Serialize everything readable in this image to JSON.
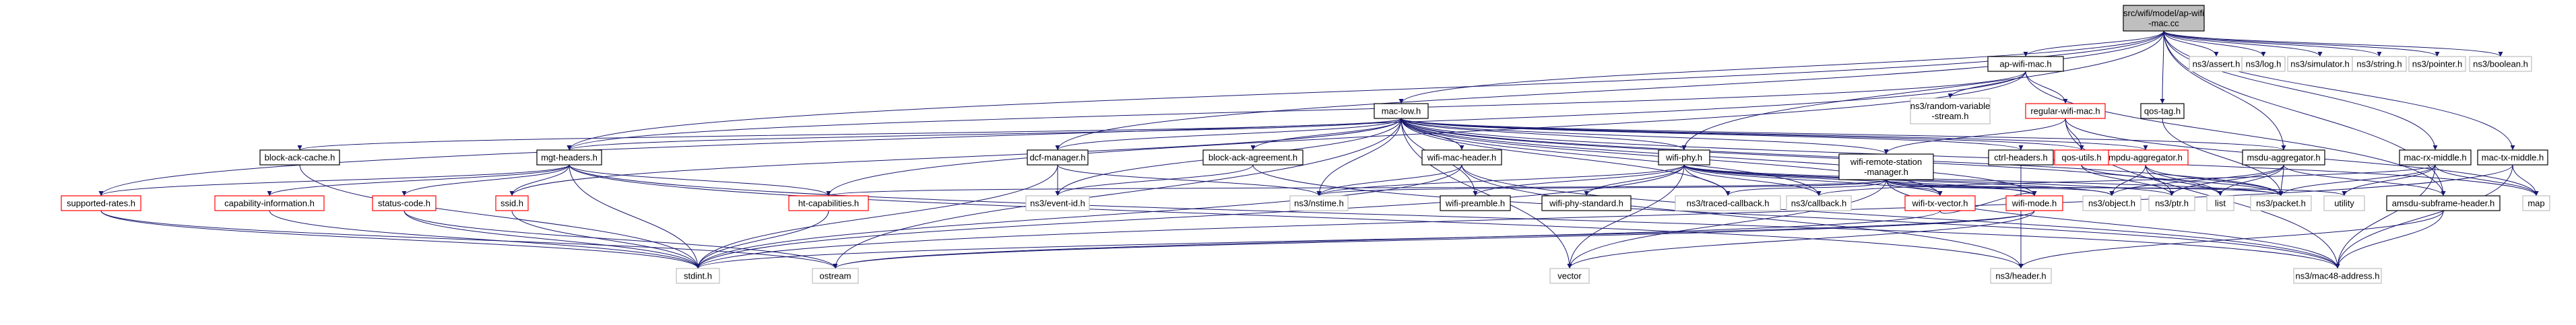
{
  "colors": {
    "edge": "#191970",
    "root_fill": "#bfbfbf",
    "node_fill": "#ffffff",
    "node_border": "#000000",
    "missing_border": "#ff0000",
    "external_border": "#bfbfbf"
  },
  "nodes": [
    {
      "id": "root",
      "lines": [
        "src/wifi/model/ap-wifi",
        "-mac.cc"
      ],
      "kind": "root"
    },
    {
      "id": "ap-wifi-mac",
      "lines": [
        "ap-wifi-mac.h"
      ],
      "kind": "normal"
    },
    {
      "id": "qos-tag",
      "lines": [
        "qos-tag.h"
      ],
      "kind": "normal"
    },
    {
      "id": "assert",
      "lines": [
        "ns3/assert.h"
      ],
      "kind": "external"
    },
    {
      "id": "log",
      "lines": [
        "ns3/log.h"
      ],
      "kind": "external"
    },
    {
      "id": "simulator",
      "lines": [
        "ns3/simulator.h"
      ],
      "kind": "external"
    },
    {
      "id": "string",
      "lines": [
        "ns3/string.h"
      ],
      "kind": "external"
    },
    {
      "id": "pointer",
      "lines": [
        "ns3/pointer.h"
      ],
      "kind": "external"
    },
    {
      "id": "boolean",
      "lines": [
        "ns3/boolean.h"
      ],
      "kind": "external"
    },
    {
      "id": "mac-low",
      "lines": [
        "mac-low.h"
      ],
      "kind": "normal"
    },
    {
      "id": "random-variable",
      "lines": [
        "ns3/random-variable",
        "-stream.h"
      ],
      "kind": "external"
    },
    {
      "id": "regular-wifi-mac",
      "lines": [
        "regular-wifi-mac.h"
      ],
      "kind": "missing"
    },
    {
      "id": "block-ack-cache",
      "lines": [
        "block-ack-cache.h"
      ],
      "kind": "normal"
    },
    {
      "id": "mgt-headers",
      "lines": [
        "mgt-headers.h"
      ],
      "kind": "normal"
    },
    {
      "id": "dcf-manager",
      "lines": [
        "dcf-manager.h"
      ],
      "kind": "normal"
    },
    {
      "id": "block-ack-agreement",
      "lines": [
        "block-ack-agreement.h"
      ],
      "kind": "normal"
    },
    {
      "id": "wifi-mac-header",
      "lines": [
        "wifi-mac-header.h"
      ],
      "kind": "normal"
    },
    {
      "id": "wifi-phy",
      "lines": [
        "wifi-phy.h"
      ],
      "kind": "normal"
    },
    {
      "id": "wifi-remote-station-manager",
      "lines": [
        "wifi-remote-station",
        "-manager.h"
      ],
      "kind": "normal"
    },
    {
      "id": "ctrl-headers",
      "lines": [
        "ctrl-headers.h"
      ],
      "kind": "normal"
    },
    {
      "id": "mpdu-aggregator",
      "lines": [
        "mpdu-aggregator.h"
      ],
      "kind": "missing"
    },
    {
      "id": "msdu-aggregator",
      "lines": [
        "msdu-aggregator.h"
      ],
      "kind": "normal"
    },
    {
      "id": "qos-utils",
      "lines": [
        "qos-utils.h"
      ],
      "kind": "missing"
    },
    {
      "id": "mac-rx-middle",
      "lines": [
        "mac-rx-middle.h"
      ],
      "kind": "normal"
    },
    {
      "id": "mac-tx-middle",
      "lines": [
        "mac-tx-middle.h"
      ],
      "kind": "normal"
    },
    {
      "id": "supported-rates",
      "lines": [
        "supported-rates.h"
      ],
      "kind": "missing"
    },
    {
      "id": "capability-information",
      "lines": [
        "capability-information.h"
      ],
      "kind": "missing"
    },
    {
      "id": "status-code",
      "lines": [
        "status-code.h"
      ],
      "kind": "missing"
    },
    {
      "id": "ssid",
      "lines": [
        "ssid.h"
      ],
      "kind": "missing"
    },
    {
      "id": "ht-capabilities",
      "lines": [
        "ht-capabilities.h"
      ],
      "kind": "missing"
    },
    {
      "id": "event-id",
      "lines": [
        "ns3/event-id.h"
      ],
      "kind": "external"
    },
    {
      "id": "nstime",
      "lines": [
        "ns3/nstime.h"
      ],
      "kind": "external"
    },
    {
      "id": "wifi-preamble",
      "lines": [
        "wifi-preamble.h"
      ],
      "kind": "normal"
    },
    {
      "id": "wifi-phy-standard",
      "lines": [
        "wifi-phy-standard.h"
      ],
      "kind": "normal"
    },
    {
      "id": "traced-callback",
      "lines": [
        "ns3/traced-callback.h"
      ],
      "kind": "external"
    },
    {
      "id": "callback",
      "lines": [
        "ns3/callback.h"
      ],
      "kind": "external"
    },
    {
      "id": "wifi-tx-vector",
      "lines": [
        "wifi-tx-vector.h"
      ],
      "kind": "missing"
    },
    {
      "id": "wifi-mode",
      "lines": [
        "wifi-mode.h"
      ],
      "kind": "missing"
    },
    {
      "id": "object",
      "lines": [
        "ns3/object.h"
      ],
      "kind": "external"
    },
    {
      "id": "ptr",
      "lines": [
        "ns3/ptr.h"
      ],
      "kind": "external"
    },
    {
      "id": "list",
      "lines": [
        "list"
      ],
      "kind": "external"
    },
    {
      "id": "packet",
      "lines": [
        "ns3/packet.h"
      ],
      "kind": "external"
    },
    {
      "id": "utility",
      "lines": [
        "utility"
      ],
      "kind": "external"
    },
    {
      "id": "amsdu-subframe-header",
      "lines": [
        "amsdu-subframe-header.h"
      ],
      "kind": "normal"
    },
    {
      "id": "map",
      "lines": [
        "map"
      ],
      "kind": "external"
    },
    {
      "id": "stdint",
      "lines": [
        "stdint.h"
      ],
      "kind": "external"
    },
    {
      "id": "ostream",
      "lines": [
        "ostream"
      ],
      "kind": "external"
    },
    {
      "id": "vector",
      "lines": [
        "vector"
      ],
      "kind": "external"
    },
    {
      "id": "header",
      "lines": [
        "ns3/header.h"
      ],
      "kind": "external"
    },
    {
      "id": "mac48-address",
      "lines": [
        "ns3/mac48-address.h"
      ],
      "kind": "external"
    }
  ],
  "edges": [
    [
      "root",
      "ap-wifi-mac"
    ],
    [
      "root",
      "qos-tag"
    ],
    [
      "root",
      "assert"
    ],
    [
      "root",
      "log"
    ],
    [
      "root",
      "simulator"
    ],
    [
      "root",
      "string"
    ],
    [
      "root",
      "pointer"
    ],
    [
      "root",
      "boolean"
    ],
    [
      "root",
      "mac-low"
    ],
    [
      "root",
      "mgt-headers"
    ],
    [
      "root",
      "dcf-manager"
    ],
    [
      "root",
      "wifi-phy"
    ],
    [
      "root",
      "msdu-aggregator"
    ],
    [
      "root",
      "mac-rx-middle"
    ],
    [
      "root",
      "mac-tx-middle"
    ],
    [
      "root",
      "amsdu-subframe-header"
    ],
    [
      "ap-wifi-mac",
      "random-variable"
    ],
    [
      "ap-wifi-mac",
      "regular-wifi-mac"
    ],
    [
      "ap-wifi-mac",
      "mgt-headers"
    ],
    [
      "ap-wifi-mac",
      "supported-rates"
    ],
    [
      "ap-wifi-mac",
      "ht-capabilities"
    ],
    [
      "ap-wifi-mac",
      "amsdu-subframe-header"
    ],
    [
      "regular-wifi-mac",
      "wifi-remote-station-manager"
    ],
    [
      "regular-wifi-mac",
      "qos-utils"
    ],
    [
      "regular-wifi-mac",
      "map"
    ],
    [
      "regular-wifi-mac",
      "mac48-address"
    ],
    [
      "qos-tag",
      "packet"
    ],
    [
      "mac-low",
      "block-ack-cache"
    ],
    [
      "mac-low",
      "mgt-headers"
    ],
    [
      "mac-low",
      "dcf-manager"
    ],
    [
      "mac-low",
      "block-ack-agreement"
    ],
    [
      "mac-low",
      "wifi-mac-header"
    ],
    [
      "mac-low",
      "wifi-phy"
    ],
    [
      "mac-low",
      "wifi-remote-station-manager"
    ],
    [
      "mac-low",
      "ctrl-headers"
    ],
    [
      "mac-low",
      "mpdu-aggregator"
    ],
    [
      "mac-low",
      "msdu-aggregator"
    ],
    [
      "mac-low",
      "qos-utils"
    ],
    [
      "mac-low",
      "ssid"
    ],
    [
      "mac-low",
      "event-id"
    ],
    [
      "mac-low",
      "nstime"
    ],
    [
      "mac-low",
      "wifi-preamble"
    ],
    [
      "mac-low",
      "traced-callback"
    ],
    [
      "mac-low",
      "callback"
    ],
    [
      "mac-low",
      "wifi-tx-vector"
    ],
    [
      "mac-low",
      "wifi-mode"
    ],
    [
      "mac-low",
      "packet"
    ],
    [
      "mac-low",
      "map"
    ],
    [
      "mac-low",
      "vector"
    ],
    [
      "mac-low",
      "ostream"
    ],
    [
      "mac-low",
      "list"
    ],
    [
      "block-ack-cache",
      "stdint"
    ],
    [
      "mgt-headers",
      "supported-rates"
    ],
    [
      "mgt-headers",
      "capability-information"
    ],
    [
      "mgt-headers",
      "status-code"
    ],
    [
      "mgt-headers",
      "ssid"
    ],
    [
      "mgt-headers",
      "ht-capabilities"
    ],
    [
      "mgt-headers",
      "stdint"
    ],
    [
      "mgt-headers",
      "header"
    ],
    [
      "mgt-headers",
      "mac48-address"
    ],
    [
      "dcf-manager",
      "event-id"
    ],
    [
      "dcf-manager",
      "nstime"
    ],
    [
      "dcf-manager",
      "stdint"
    ],
    [
      "block-ack-agreement",
      "event-id"
    ],
    [
      "block-ack-agreement",
      "mac48-address"
    ],
    [
      "wifi-mac-header",
      "nstime"
    ],
    [
      "wifi-mac-header",
      "stdint"
    ],
    [
      "wifi-mac-header",
      "header"
    ],
    [
      "wifi-mac-header",
      "mac48-address"
    ],
    [
      "wifi-phy",
      "wifi-preamble"
    ],
    [
      "wifi-phy",
      "wifi-phy-standard"
    ],
    [
      "wifi-phy",
      "traced-callback"
    ],
    [
      "wifi-phy",
      "callback"
    ],
    [
      "wifi-phy",
      "wifi-tx-vector"
    ],
    [
      "wifi-phy",
      "wifi-mode"
    ],
    [
      "wifi-phy",
      "nstime"
    ],
    [
      "wifi-phy",
      "object"
    ],
    [
      "wifi-phy",
      "ptr"
    ],
    [
      "wifi-phy",
      "packet"
    ],
    [
      "wifi-phy",
      "vector"
    ],
    [
      "wifi-phy",
      "stdint"
    ],
    [
      "wifi-remote-station-manager",
      "wifi-tx-vector"
    ],
    [
      "wifi-remote-station-manager",
      "wifi-mode"
    ],
    [
      "wifi-remote-station-manager",
      "ht-capabilities"
    ],
    [
      "wifi-remote-station-manager",
      "nstime"
    ],
    [
      "wifi-remote-station-manager",
      "traced-callback"
    ],
    [
      "wifi-remote-station-manager",
      "object"
    ],
    [
      "wifi-remote-station-manager",
      "packet"
    ],
    [
      "wifi-remote-station-manager",
      "utility"
    ],
    [
      "wifi-remote-station-manager",
      "vector"
    ],
    [
      "wifi-remote-station-manager",
      "mac48-address"
    ],
    [
      "ctrl-headers",
      "header"
    ],
    [
      "mpdu-aggregator",
      "object"
    ],
    [
      "mpdu-aggregator",
      "ptr"
    ],
    [
      "mpdu-aggregator",
      "list"
    ],
    [
      "mpdu-aggregator",
      "packet"
    ],
    [
      "msdu-aggregator",
      "object"
    ],
    [
      "msdu-aggregator",
      "ptr"
    ],
    [
      "msdu-aggregator",
      "list"
    ],
    [
      "msdu-aggregator",
      "packet"
    ],
    [
      "msdu-aggregator",
      "amsdu-subframe-header"
    ],
    [
      "qos-utils",
      "packet"
    ],
    [
      "qos-utils",
      "ptr"
    ],
    [
      "mac-rx-middle",
      "callback"
    ],
    [
      "mac-rx-middle",
      "packet"
    ],
    [
      "mac-rx-middle",
      "map"
    ],
    [
      "mac-rx-middle",
      "utility"
    ],
    [
      "mac-rx-middle",
      "mac48-address"
    ],
    [
      "mac-tx-middle",
      "map"
    ],
    [
      "mac-tx-middle",
      "stdint"
    ],
    [
      "mac-tx-middle",
      "mac48-address"
    ],
    [
      "supported-rates",
      "stdint"
    ],
    [
      "supported-rates",
      "ostream"
    ],
    [
      "capability-information",
      "stdint"
    ],
    [
      "status-code",
      "stdint"
    ],
    [
      "status-code",
      "ostream"
    ],
    [
      "ssid",
      "stdint"
    ],
    [
      "ht-capabilities",
      "stdint"
    ],
    [
      "wifi-tx-vector",
      "wifi-mode"
    ],
    [
      "wifi-tx-vector",
      "ostream"
    ],
    [
      "wifi-mode",
      "stdint"
    ],
    [
      "wifi-mode",
      "ostream"
    ],
    [
      "wifi-mode",
      "vector"
    ],
    [
      "amsdu-subframe-header",
      "header"
    ],
    [
      "amsdu-subframe-header",
      "mac48-address"
    ]
  ]
}
